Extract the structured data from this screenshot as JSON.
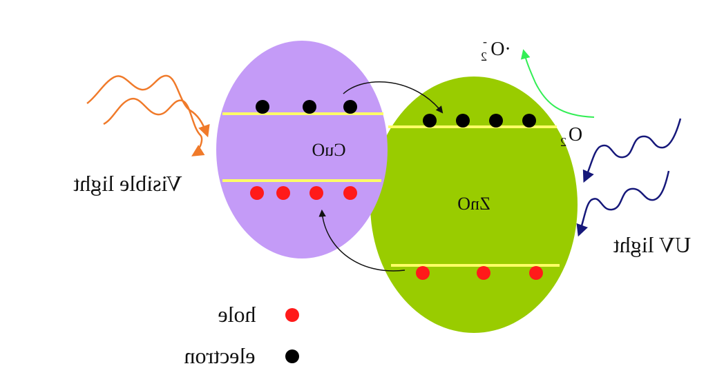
{
  "labels": {
    "cuo": "CuO",
    "zno": "ZnO",
    "visible_light": "Visible light",
    "uv_light": "UV light",
    "o2": "O",
    "o2_sub": "2",
    "superoxide": "·O",
    "superoxide_sub": "2",
    "superoxide_sup": "-"
  },
  "legend": {
    "hole": "hole",
    "electron": "electron"
  },
  "colors": {
    "cuo_fill": "#C49BF7",
    "zno_fill": "#99CC00",
    "band_line": "#FFFF66",
    "hole": "#FF1A1A",
    "electron": "#000000",
    "visible_wave": "#F07A2A",
    "uv_wave": "#16187A",
    "o2_arrow": "#33EE55"
  },
  "icons": [
    "visible-light-wave-icon",
    "uv-light-wave-icon",
    "electron-transfer-arrow-icon",
    "hole-transfer-arrow-icon",
    "oxygen-reduction-arrow-icon"
  ]
}
